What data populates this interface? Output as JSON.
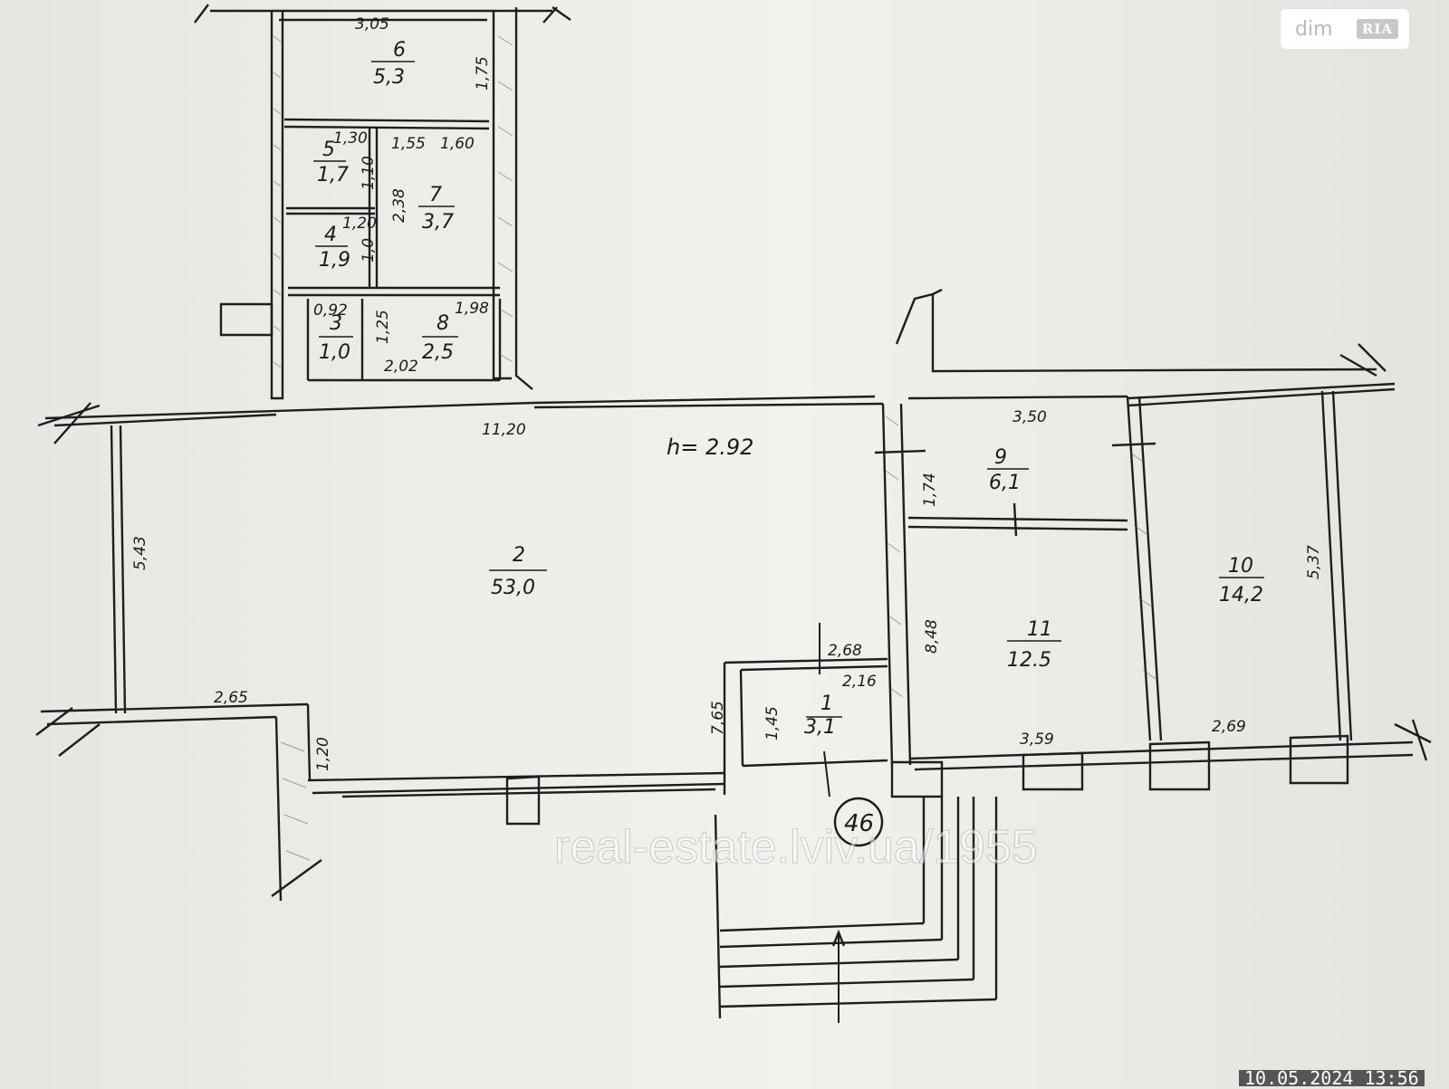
{
  "logo": {
    "text": "dim",
    "brand": "RIA"
  },
  "watermark": "real-estate.lviv.ua/1955",
  "timestamp": "10.05.2024 13:56",
  "plan_number": "46",
  "ceiling_height": "h= 2.92",
  "rooms": [
    {
      "id": "room-1",
      "number": "1",
      "area": "3,1"
    },
    {
      "id": "room-2",
      "number": "2",
      "area": "53,0"
    },
    {
      "id": "room-3",
      "number": "3",
      "area": "1,0"
    },
    {
      "id": "room-4",
      "number": "4",
      "area": "1,9"
    },
    {
      "id": "room-5",
      "number": "5",
      "area": "1,7"
    },
    {
      "id": "room-6",
      "number": "6",
      "area": "5,3"
    },
    {
      "id": "room-7",
      "number": "7",
      "area": "3,7"
    },
    {
      "id": "room-8",
      "number": "8",
      "area": "2,5"
    },
    {
      "id": "room-9",
      "number": "9",
      "area": "6,1"
    },
    {
      "id": "room-10",
      "number": "10",
      "area": "14,2"
    },
    {
      "id": "room-11",
      "number": "11",
      "area": "12.5"
    }
  ],
  "dimensions": {
    "d_3_05": "3,05",
    "d_1_75": "1,75",
    "d_1_30": "1,30",
    "d_1_55": "1,55",
    "d_1_60": "1,60",
    "d_1_10": "1,10",
    "d_2_38": "2,38",
    "d_1_20": "1,20",
    "d_1_0": "1,0",
    "d_0_92": "0,92",
    "d_1_98": "1,98",
    "d_1_25": "1,25",
    "d_2_02": "2,02",
    "d_11_20": "11,20",
    "d_5_43": "5,43",
    "d_2_65": "2,65",
    "d_1_20b": "1,20",
    "d_7_65": "7,65",
    "d_1_45": "1,45",
    "d_2_68": "2,68",
    "d_2_16": "2,16",
    "d_3_50": "3,50",
    "d_1_74": "1,74",
    "d_8_48": "8,48",
    "d_3_59": "3,59",
    "d_2_69": "2,69",
    "d_5_37": "5,37"
  }
}
